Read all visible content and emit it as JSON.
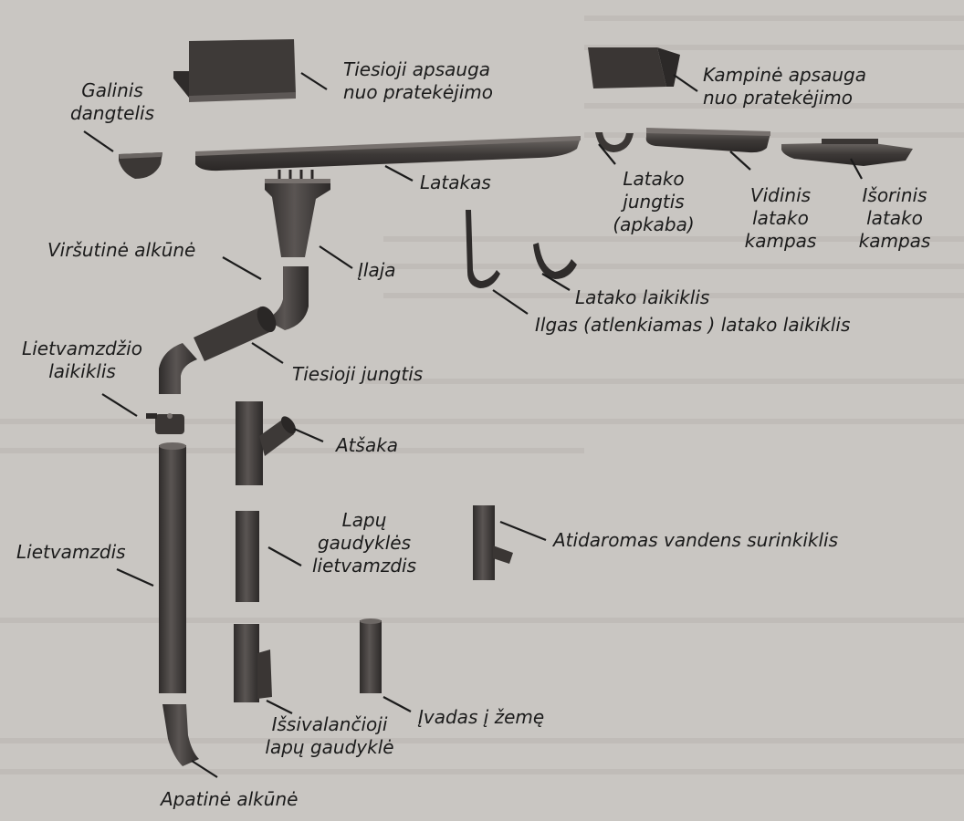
{
  "colors": {
    "paper": "#c9c6c2",
    "part": "#4a4644",
    "part_dark": "#2f2c2b",
    "part_light": "#6c6764",
    "text": "#1b1b1b",
    "bleed_text": "#8f8a86"
  },
  "labels": {
    "tiesioji_apsauga": "Tiesioji apsauga\nnuo pratekėjimo",
    "kampine_apsauga": "Kampinė apsauga\nnuo pratekėjimo",
    "galinis_dangtelis": "Galinis\ndangtelis",
    "latakas": "Latakas",
    "latako_jungtis": "Latako\njungtis\n(apkaba)",
    "vidinis_kampas": "Vidinis\nlatako\nkampas",
    "isorinis_kampas": "Išorinis\nlatako\nkampas",
    "virsutine_alkune": "Viršutinė alkūnė",
    "ilaja": "Įlaja",
    "latako_laikiklis": "Latako laikiklis",
    "ilgas_laikiklis": "Ilgas (atlenkiamas ) latako laikiklis",
    "lietvamzdzio_laikiklis": "Lietvamzdžio\nlaikiklis",
    "tiesioji_jungtis": "Tiesioji jungtis",
    "atsaka": "Atšaka",
    "lapu_gaudykles": "Lapų\ngaudyklės\nlietvamzdis",
    "atidaromas": "Atidaromas vandens surinkiklis",
    "lietvamzdis": "Lietvamzdis",
    "issivalancioji": "Išsivalančioji\nlapų gaudyklė",
    "ivadas": "Įvadas į žemę",
    "apatine_alkune": "Apatinė alkūnė"
  }
}
